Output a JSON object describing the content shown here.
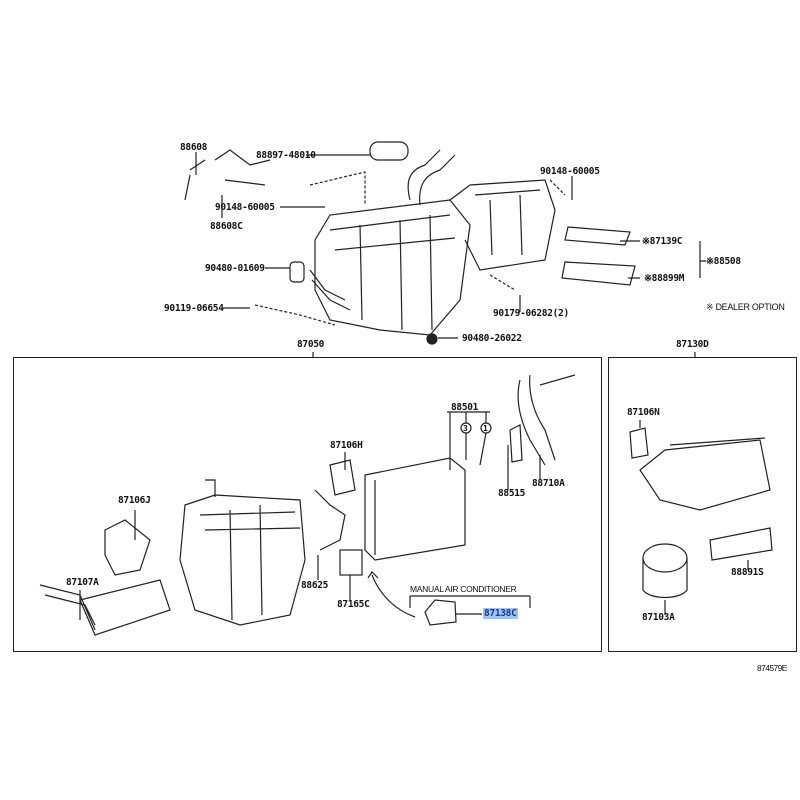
{
  "diagram_id": "874579E",
  "labels": {
    "p88608": "88608",
    "p88608C": "88608C",
    "p88897": "88897-48010",
    "p90148_left": "90148-60005",
    "p90148_right": "90148-60005",
    "p90480_01609": "90480-01609",
    "p90119": "90119-06654",
    "p90179": "90179-06282(2)",
    "p90480_26022": "90480-26022",
    "p87139C": "※87139C",
    "p88508": "※88508",
    "p88899M": "※88899M",
    "dealer_option": "※ DEALER OPTION",
    "p87050": "87050",
    "p87130D": "87130D",
    "p88501": "88501",
    "circle3": "3",
    "circle1": "1",
    "p87106H": "87106H",
    "p87106J": "87106J",
    "p87107A": "87107A",
    "p88625": "88625",
    "p87165C": "87165C",
    "manual_ac": "MANUAL AIR CONDITIONER",
    "p87138C": "87138C",
    "p88515": "88515",
    "p88710A": "88710A",
    "p87106N": "87106N",
    "p88891S": "88891S",
    "p87103A": "87103A"
  },
  "highlight_color": "#9fc3f7"
}
